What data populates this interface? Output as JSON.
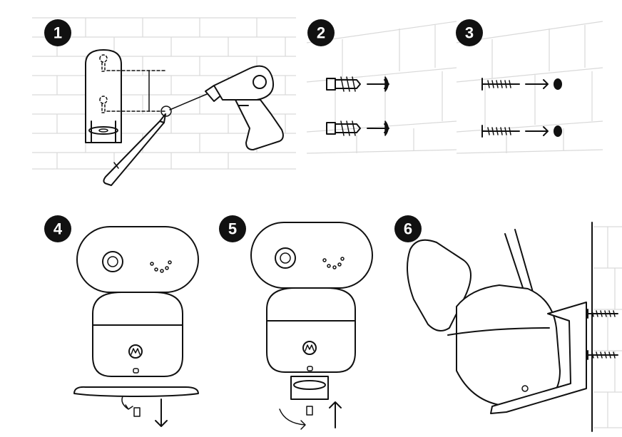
{
  "steps": [
    {
      "number": "1",
      "content": "mark-and-drill-holes"
    },
    {
      "number": "2",
      "content": "insert-wall-anchors"
    },
    {
      "number": "3",
      "content": "insert-screws"
    },
    {
      "number": "4",
      "content": "remove-camera-base"
    },
    {
      "number": "5",
      "content": "attach-base-to-camera"
    },
    {
      "number": "6",
      "content": "camera-mounted-on-wall"
    }
  ],
  "colors": {
    "badge": "#111111",
    "line": "#111111",
    "brick": "#d9d9d9",
    "background": "#ffffff"
  },
  "icons": [
    "mount-bracket-icon",
    "pencil-icon",
    "drill-icon",
    "wall-anchor-icon",
    "screw-icon",
    "camera-icon",
    "motorola-logo-icon"
  ]
}
